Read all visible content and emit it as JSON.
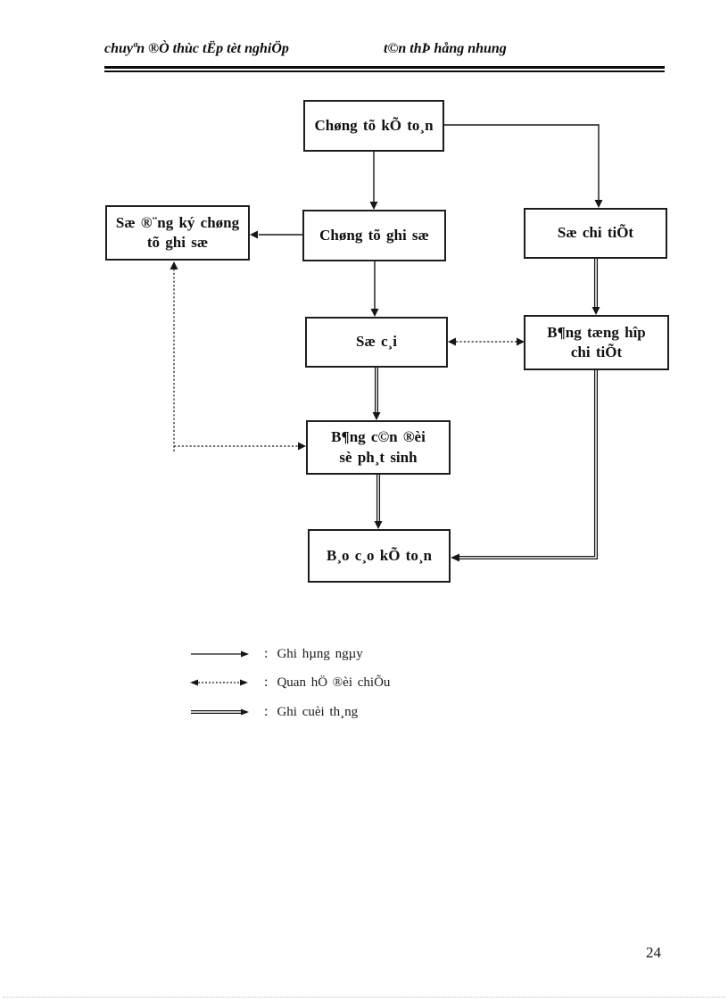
{
  "header": {
    "left": "chuyªn ®Ò thùc tËp tèt nghiÖp",
    "right": "t©n thÞ hång nhung"
  },
  "diagram": {
    "boxes": [
      {
        "id": "chung-tu-ke-toan",
        "lines": [
          "Chøng tõ kÕ to¸n"
        ]
      },
      {
        "id": "chung-tu-ghi-so",
        "lines": [
          "Chøng tõ ghi sæ"
        ]
      },
      {
        "id": "so-dang-ky-chung-tu-ghi-so",
        "lines": [
          "Sæ ®¨ng ký chøng",
          "tõ ghi sæ"
        ]
      },
      {
        "id": "so-chi-tiet",
        "lines": [
          "Sæ chi tiÕt"
        ]
      },
      {
        "id": "so-cai",
        "lines": [
          "Sæ c¸i"
        ]
      },
      {
        "id": "bang-tong-hop-chi-tiet",
        "lines": [
          "B¶ng tæng hîp",
          "chi tiÕt"
        ]
      },
      {
        "id": "bang-can-doi-so-phat-sinh",
        "lines": [
          "B¶ng c©n ®èi",
          "sè ph¸t sinh"
        ]
      },
      {
        "id": "bao-cao-ke-toan",
        "lines": [
          "B¸o c¸o kÕ to¸n"
        ]
      }
    ],
    "legend": {
      "separator": ":",
      "items": [
        {
          "arrow": "solid-arrow",
          "label": "Ghi hµng ngµy"
        },
        {
          "arrow": "dotted-double-arrow",
          "label": "Quan hÖ ®èi chiÕu"
        },
        {
          "arrow": "double-line-arrow",
          "label": "Ghi cuèi th¸ng"
        }
      ]
    },
    "line_color": "#161616"
  },
  "footer": {
    "page_number": "24"
  }
}
